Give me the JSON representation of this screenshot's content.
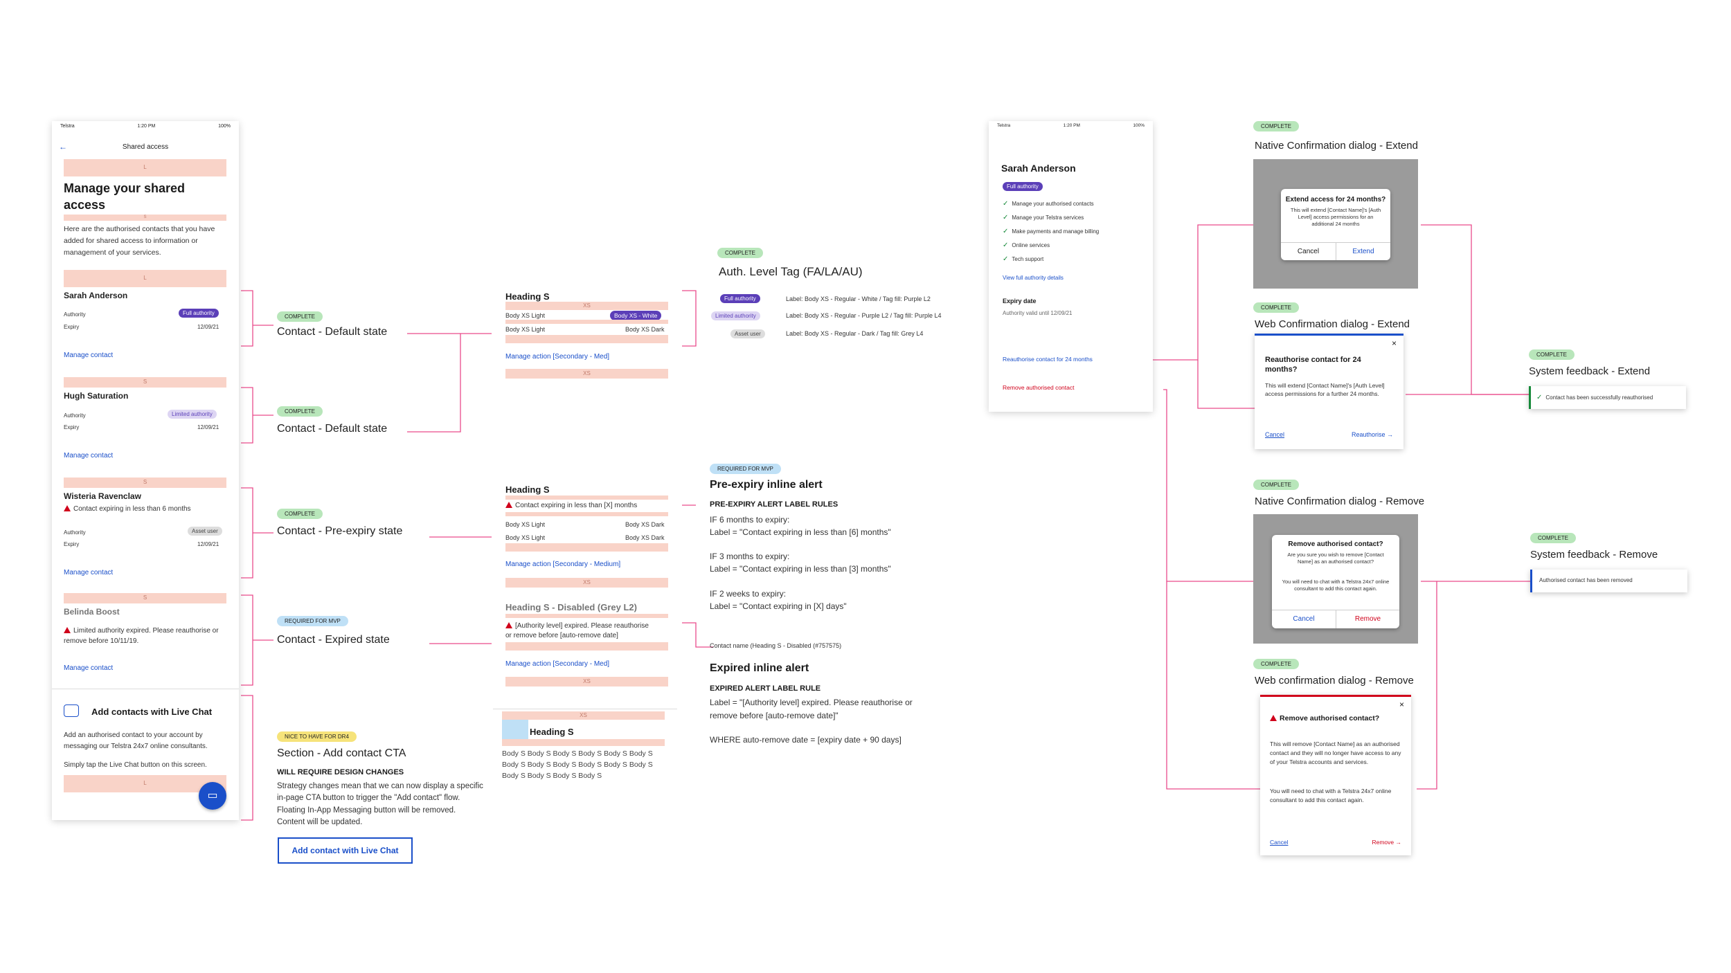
{
  "phone1": {
    "status": {
      "carrier": "Telstra",
      "time": "1:20 PM",
      "battery": "100%"
    },
    "nav_title": "Shared access",
    "spec": {
      "l": "L",
      "s": "S"
    },
    "title": "Manage your shared access",
    "intro": "Here are the authorised contacts that you have added for shared access to information or management of your services.",
    "contacts": [
      {
        "name": "Sarah Anderson",
        "auth_label": "Authority",
        "tag": "Full authority",
        "expiry_label": "Expiry",
        "expiry": "12/09/21",
        "link": "Manage contact"
      },
      {
        "name": "Hugh Saturation",
        "auth_label": "Authority",
        "tag": "Limited authority",
        "expiry_label": "Expiry",
        "expiry": "12/09/21",
        "link": "Manage contact"
      },
      {
        "name": "Wisteria Ravenclaw",
        "alert": "Contact expiring in less than 6 months",
        "auth_label": "Authority",
        "tag": "Asset user",
        "expiry_label": "Expiry",
        "expiry": "12/09/21",
        "link": "Manage contact"
      },
      {
        "name": "Belinda Boost",
        "alert": "Limited authority expired. Please reauthorise or remove before 10/11/19.",
        "link": "Manage contact"
      }
    ],
    "livechat": {
      "title": "Add contacts with Live Chat",
      "body": "Add an authorised contact to your account by messaging our Telstra 24x7 online consultants.",
      "body2": "Simply tap the Live Chat button on this screen."
    }
  },
  "states": {
    "complete": "COMPLETE",
    "mvp": "REQUIRED FOR MVP",
    "nice": "NICE TO HAVE FOR DR4",
    "default1": "Contact - Default state",
    "default2": "Contact - Default state",
    "preexpiry": "Contact - Pre-expiry state",
    "expired": "Contact - Expired state",
    "cta": "Section - Add contact CTA",
    "cta_note_title": "WILL REQUIRE DESIGN CHANGES",
    "cta_note": "Strategy changes mean that we can now display a specific in-page CTA button to trigger the \"Add contact\" flow. Floating In-App Messaging button will be removed. Content will be updated.",
    "cta_button": "Add contact with Live Chat"
  },
  "specs": {
    "xs": "XS",
    "heading": "Heading S",
    "body_light": "Body XS Light",
    "body_white": "Body XS - White",
    "body_dark": "Body XS Dark",
    "manage_med": "Manage action [Secondary - Med]",
    "manage_medium": "Manage action [Secondary - Medium]",
    "alert_label": "Contact expiring in less than [X] months",
    "heading_disabled": "Heading S - Disabled (Grey L2)",
    "expired_label": "[Authority level] expired. Please reauthorise or remove before [auto-remove date]",
    "contact_name_note": "Contact name (Heading S - Disabled (#757575)",
    "body_s": "Body S Body S Body S Body S Body S Body S Body S Body S Body S Body S Body S Body S Body S Body S Body S Body S"
  },
  "authtag": {
    "title": "Auth. Level Tag (FA/LA/AU)",
    "rows": [
      {
        "tag": "Full authority",
        "desc": "Label: Body XS - Regular - White / Tag fill: Purple L2"
      },
      {
        "tag": "Limited authority",
        "desc": "Label: Body XS - Regular - Purple L2 / Tag fill: Purple L4"
      },
      {
        "tag": "Asset user",
        "desc": "Label: Body XS - Regular - Dark / Tag fill: Grey L4"
      }
    ]
  },
  "preexpiry": {
    "title": "Pre-expiry inline alert",
    "rules_title": "PRE-EXPIRY ALERT LABEL RULES",
    "rules": [
      "IF 6 months to expiry:",
      "Label = \"Contact expiring in less than [6] months\"",
      "IF 3 months to expiry:",
      "Label = \"Contact expiring in less than [3] months\"",
      "IF 2 weeks to expiry:",
      "Label = \"Contact expiring in [X] days\""
    ]
  },
  "expired": {
    "title": "Expired inline alert",
    "rule_title": "EXPIRED ALERT LABEL RULE",
    "rule": "Label = \"[Authority level] expired. Please reauthorise or remove before [auto-remove date]\"",
    "where": "WHERE auto-remove date = [expiry date + 90 days]"
  },
  "phone2": {
    "status": {
      "carrier": "Telstra",
      "time": "1:20 PM",
      "battery": "100%"
    },
    "name": "Sarah Anderson",
    "tag": "Full authority",
    "permissions": [
      "Manage your authorised contacts",
      "Manage your Telstra services",
      "Make payments and manage billing",
      "Online services",
      "Tech support"
    ],
    "details_link": "View full authority details",
    "expiry_title": "Expiry date",
    "expiry_text": "Authority valid until 12/09/21",
    "reauth": "Reauthorise contact for 24 months",
    "remove": "Remove authorised contact"
  },
  "dialogs": {
    "native_extend": {
      "label": "Native Confirmation dialog - Extend",
      "title": "Extend access for 24 months?",
      "body": "This will extend [Contact Name]'s [Auth Level] access permissions for an additional 24 months",
      "cancel": "Cancel",
      "ok": "Extend"
    },
    "web_extend": {
      "label": "Web Confirmation dialog - Extend",
      "title": "Reauthorise contact for 24 months?",
      "body": "This will extend [Contact Name]'s [Auth Level] access permissions for a further 24 months.",
      "cancel": "Cancel",
      "ok": "Reauthorise"
    },
    "native_remove": {
      "label": "Native Confirmation dialog - Remove",
      "title": "Remove authorised contact?",
      "body": "Are you sure you wish to remove [Contact Name] as an authorised contact?",
      "body2": "You will need to chat with a Telstra 24x7 online consultant to add this contact again.",
      "cancel": "Cancel",
      "ok": "Remove"
    },
    "web_remove": {
      "label": "Web confirmation dialog - Remove",
      "title": "Remove authorised contact?",
      "body": "This will remove [Contact Name] as an authorised contact and they will no longer have access to any of your Telstra accounts and services.",
      "body2": "You will need to chat with a Telstra 24x7 online consultant to add this contact again.",
      "cancel": "Cancel",
      "ok": "Remove"
    }
  },
  "feedback": {
    "extend_label": "System feedback - Extend",
    "extend_msg": "Contact has been successfully reauthorised",
    "remove_label": "System feedback - Remove",
    "remove_msg": "Authorised contact has been removed"
  }
}
